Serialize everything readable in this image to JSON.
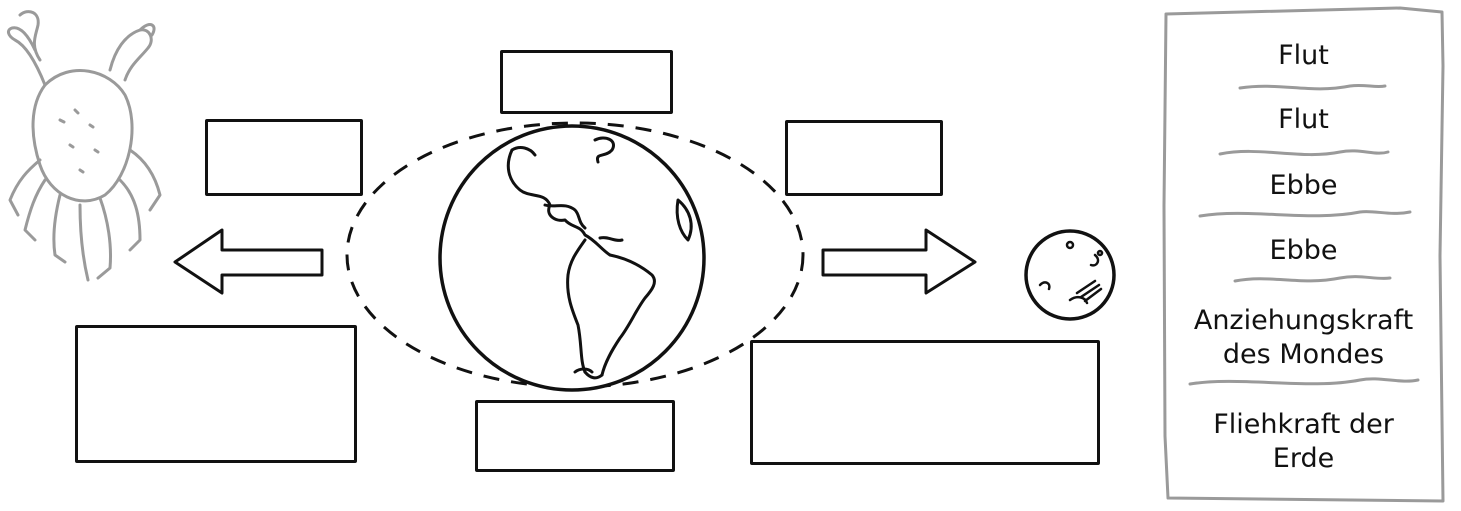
{
  "word_bank": {
    "title": "",
    "items": [
      "Flut",
      "Flut",
      "Ebbe",
      "Ebbe",
      "Anziehungskraft des Mondes",
      "Fliehkraft der Erde"
    ]
  },
  "colors": {
    "ink": "#111111",
    "crab_gray": "#9a9a9a",
    "paper": "#ffffff"
  },
  "icons": [
    "crab-icon",
    "earth-icon",
    "moon-icon",
    "arrow-left-icon",
    "arrow-right-icon"
  ]
}
